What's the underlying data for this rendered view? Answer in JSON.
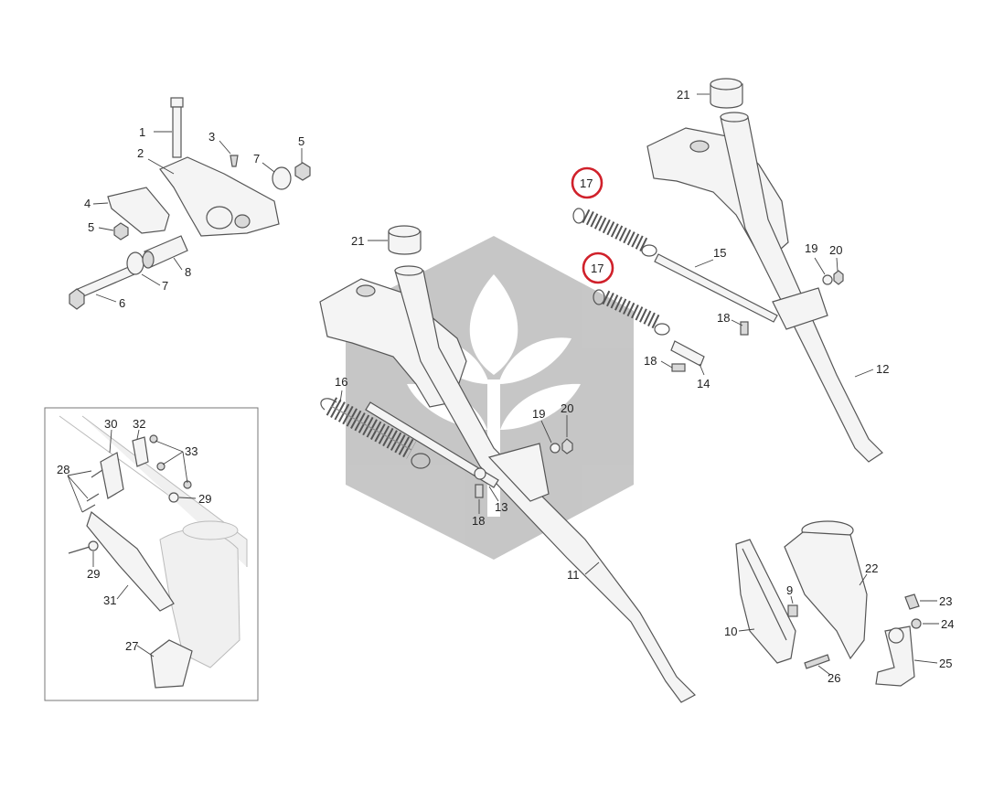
{
  "colors": {
    "highlight": "#d0212b",
    "watermark": "#bdbdbd",
    "line": "#555555"
  },
  "watermark": {
    "icon": "leaf-sprout-hexagon-logo"
  },
  "labels": {
    "l1": "1",
    "l2": "2",
    "l3": "3",
    "l4": "4",
    "l5a": "5",
    "l5b": "5",
    "l6": "6",
    "l7a": "7",
    "l7b": "7",
    "l8": "8",
    "l9": "9",
    "l10": "10",
    "l11": "11",
    "l12": "12",
    "l13": "13",
    "l14": "14",
    "l15": "15",
    "l16": "16",
    "l17a": "17",
    "l17b": "17",
    "l18a": "18",
    "l18b": "18",
    "l18c": "18",
    "l19a": "19",
    "l19b": "19",
    "l20a": "20",
    "l20b": "20",
    "l21a": "21",
    "l21b": "21",
    "l22": "22",
    "l23": "23",
    "l24": "24",
    "l25": "25",
    "l26": "26",
    "l27": "27",
    "l28": "28",
    "l29a": "29",
    "l29b": "29",
    "l30": "30",
    "l31": "31",
    "l32": "32",
    "l33": "33"
  }
}
